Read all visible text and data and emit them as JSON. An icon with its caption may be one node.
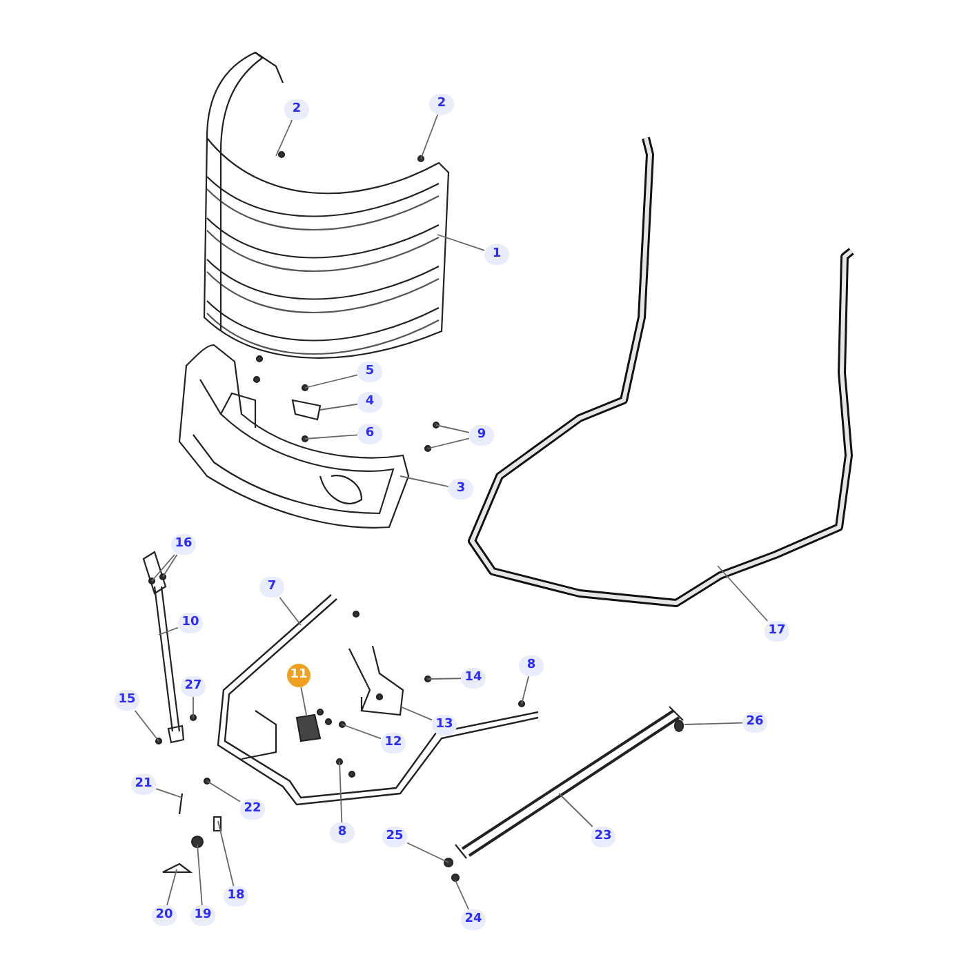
{
  "diagram": {
    "nodes": [
      {
        "text": [
          "2"
        ]
      },
      {
        "text": [
          "2"
        ]
      },
      {
        "text": [
          "1"
        ]
      },
      {
        "text": [
          "5"
        ]
      },
      {
        "text": [
          "4"
        ]
      },
      {
        "text": [
          "6"
        ]
      },
      {
        "text": [
          "9"
        ]
      },
      {
        "text": [
          "3"
        ]
      },
      {
        "text": [
          "16"
        ]
      },
      {
        "text": [
          "10"
        ]
      },
      {
        "text": [
          "7"
        ]
      },
      {
        "text": [
          "17"
        ]
      },
      {
        "text": [
          "27"
        ]
      },
      {
        "text": [
          "11"
        ]
      },
      {
        "text": [
          "14"
        ]
      },
      {
        "text": [
          "8"
        ]
      },
      {
        "text": [
          "15"
        ]
      },
      {
        "text": [
          "13"
        ]
      },
      {
        "text": [
          "12"
        ]
      },
      {
        "text": [
          "26"
        ]
      },
      {
        "text": [
          "21"
        ]
      },
      {
        "text": [
          "22"
        ]
      },
      {
        "text": [
          "8"
        ]
      },
      {
        "text": [
          "23"
        ]
      },
      {
        "text": [
          "25"
        ]
      },
      {
        "text": [
          "20"
        ]
      },
      {
        "text": [
          "19"
        ]
      },
      {
        "text": [
          "18"
        ]
      },
      {
        "text": [
          "24"
        ]
      }
    ],
    "edges": [
      {
        "from": 0,
        "to": null,
        "arrow": "none"
      },
      {
        "from": 1,
        "to": null,
        "arrow": "none"
      },
      {
        "from": 2,
        "to": null,
        "arrow": "none"
      },
      {
        "from": 3,
        "to": null,
        "arrow": "none"
      },
      {
        "from": 4,
        "to": null,
        "arrow": "none"
      },
      {
        "from": 5,
        "to": null,
        "arrow": "none"
      },
      {
        "from": 6,
        "to": null,
        "arrow": "none"
      },
      {
        "from": 6,
        "to": null,
        "arrow": "none"
      },
      {
        "from": 7,
        "to": null,
        "arrow": "none"
      },
      {
        "from": 8,
        "to": null,
        "arrow": "none"
      },
      {
        "from": 8,
        "to": null,
        "arrow": "none"
      },
      {
        "from": 9,
        "to": null,
        "arrow": "none"
      },
      {
        "from": 10,
        "to": null,
        "arrow": "none"
      },
      {
        "from": 11,
        "to": null,
        "arrow": "none"
      },
      {
        "from": 12,
        "to": null,
        "arrow": "none"
      },
      {
        "from": 13,
        "to": null,
        "arrow": "none"
      },
      {
        "from": 14,
        "to": null,
        "arrow": "none"
      },
      {
        "from": 15,
        "to": null,
        "arrow": "none"
      },
      {
        "from": 16,
        "to": null,
        "arrow": "none"
      },
      {
        "from": 17,
        "to": null,
        "arrow": "none"
      },
      {
        "from": 18,
        "to": null,
        "arrow": "none"
      },
      {
        "from": 19,
        "to": null,
        "arrow": "none"
      },
      {
        "from": 20,
        "to": null,
        "arrow": "none"
      },
      {
        "from": 21,
        "to": null,
        "arrow": "none"
      },
      {
        "from": 22,
        "to": null,
        "arrow": "none"
      },
      {
        "from": 23,
        "to": null,
        "arrow": "none"
      },
      {
        "from": 24,
        "to": null,
        "arrow": "none"
      },
      {
        "from": 25,
        "to": null,
        "arrow": "none"
      },
      {
        "from": 26,
        "to": null,
        "arrow": "none"
      },
      {
        "from": 27,
        "to": null,
        "arrow": "none"
      },
      {
        "from": 28,
        "to": null,
        "arrow": "none"
      }
    ]
  }
}
